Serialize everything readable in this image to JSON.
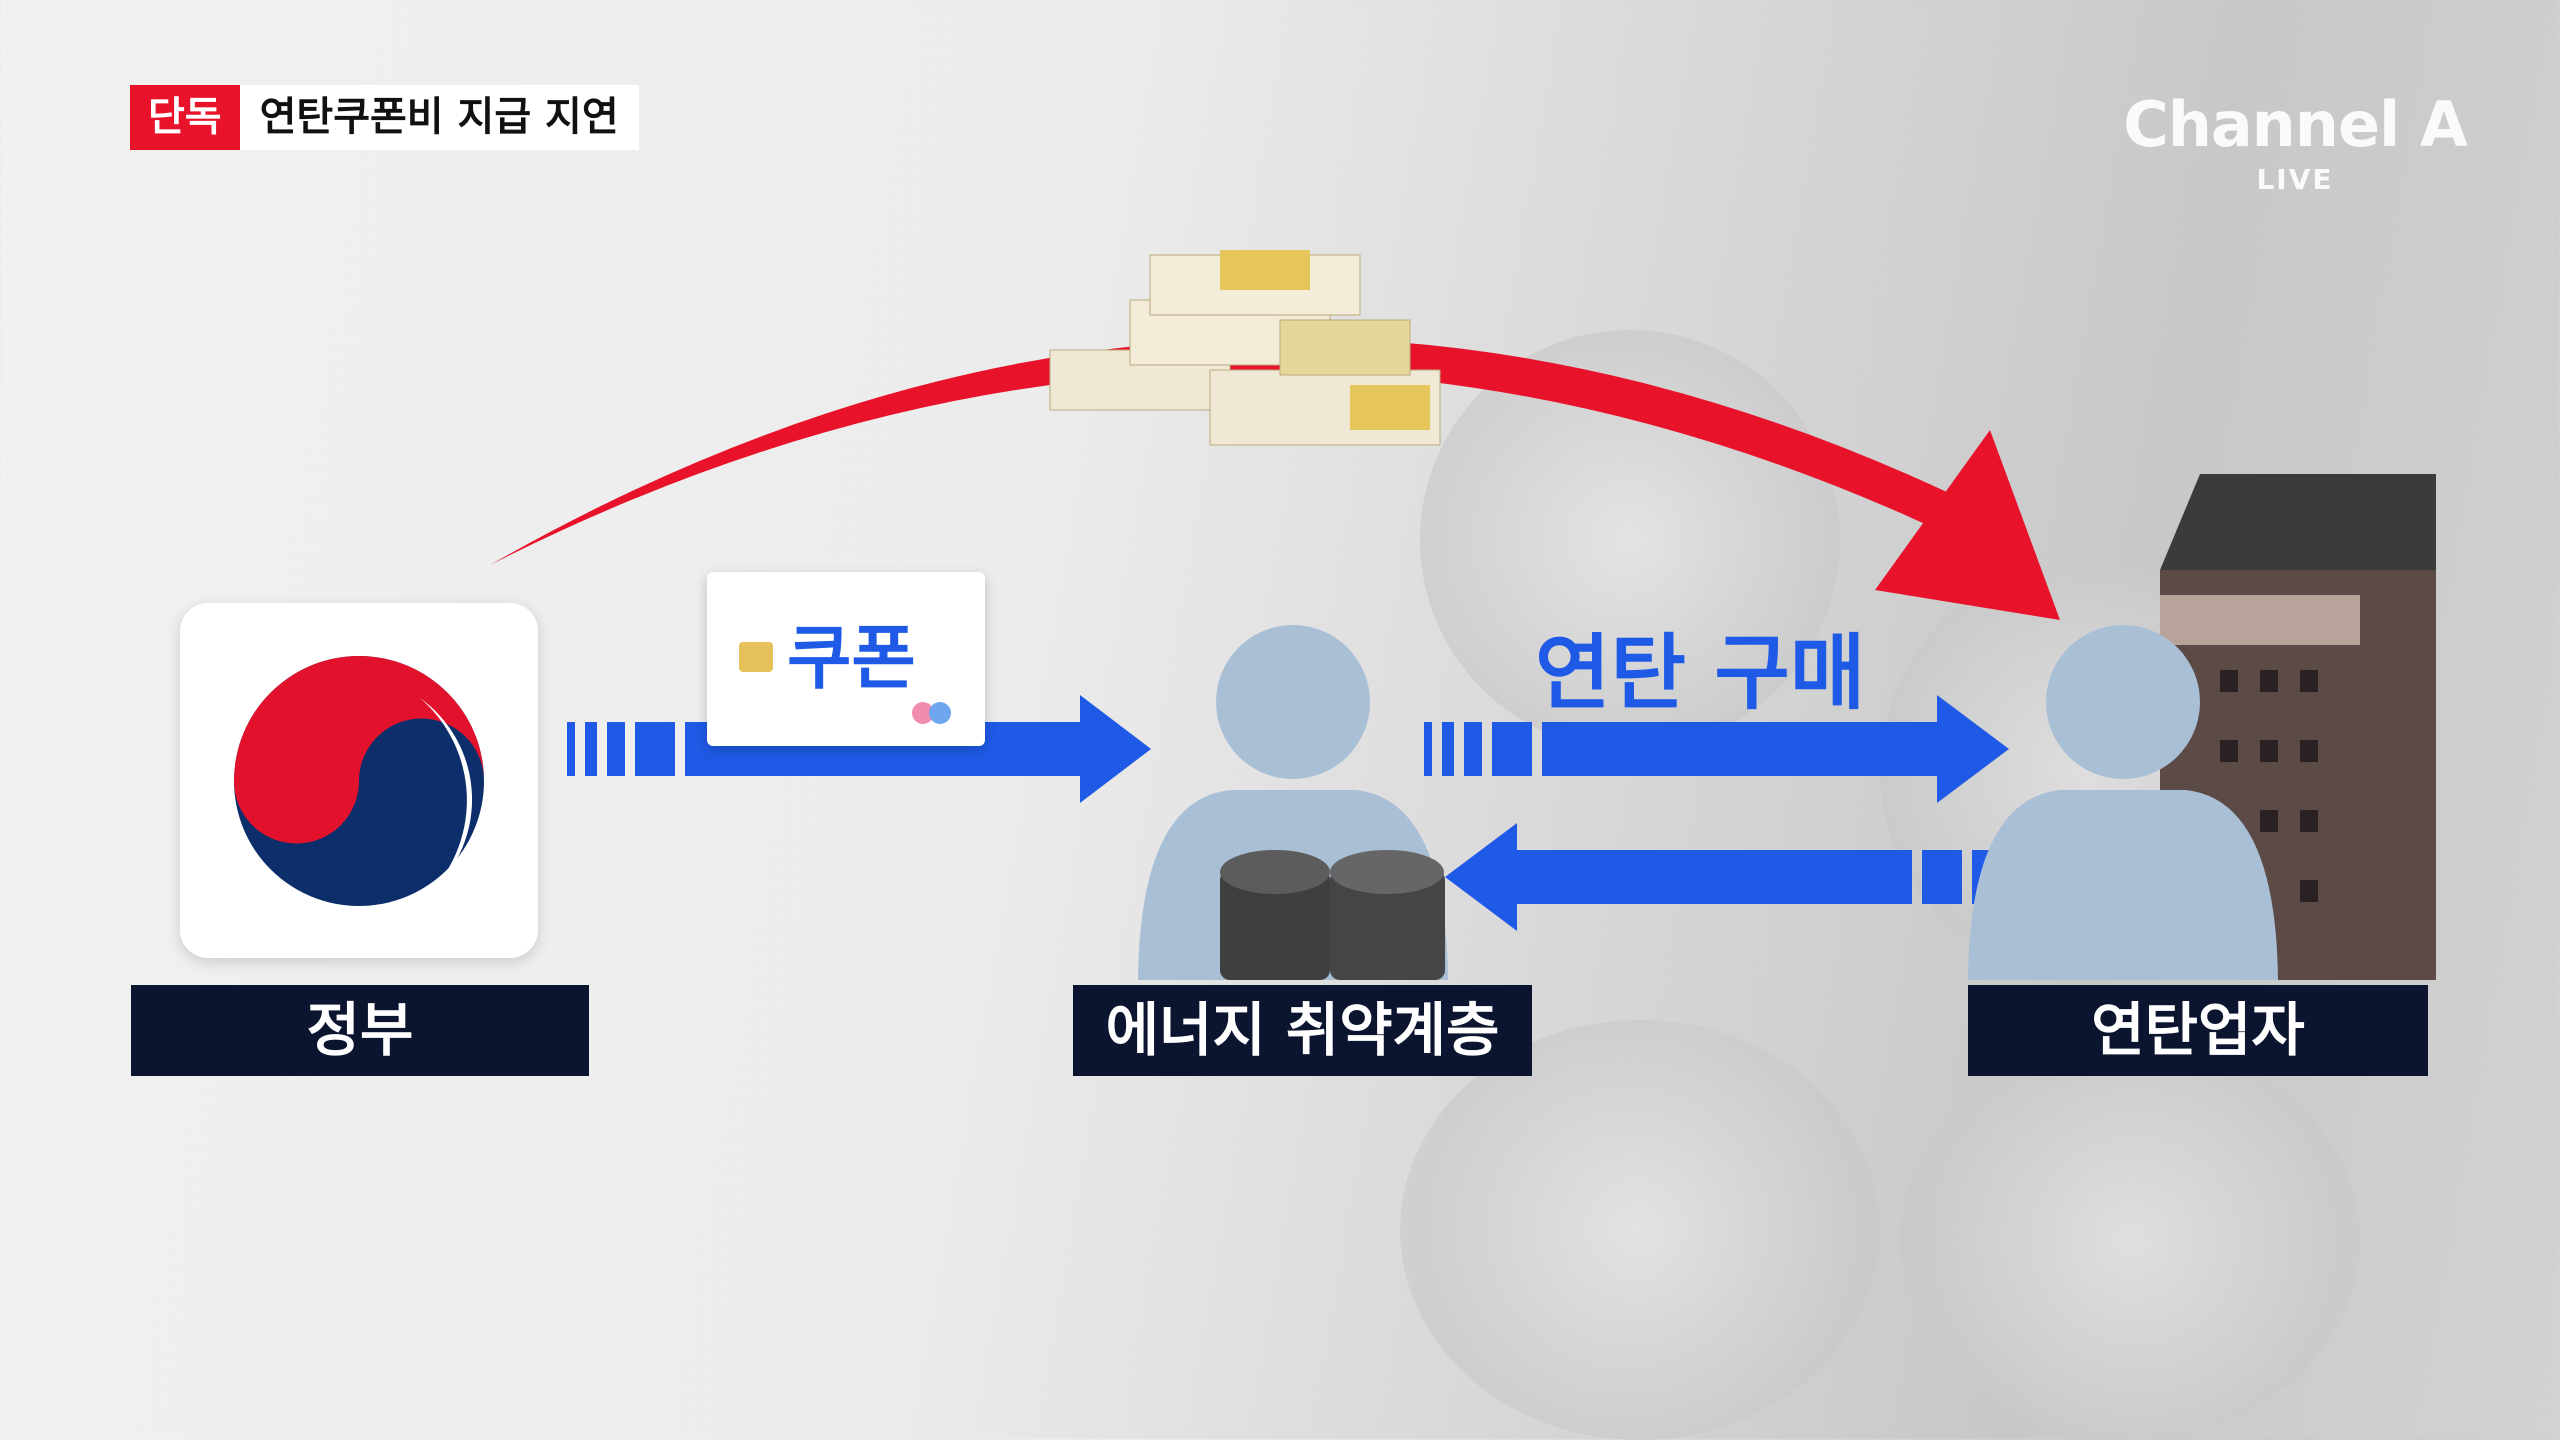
{
  "header": {
    "badge": "단독",
    "headline": "연탄쿠폰비 지급 지연"
  },
  "logo": {
    "name": "Channel A",
    "live": "LIVE"
  },
  "diagram": {
    "coupon_label": "쿠폰",
    "purchase_label": "연탄 구매",
    "nodes": [
      {
        "label": "정부"
      },
      {
        "label": "에너지 취약계층"
      },
      {
        "label": "연탄업자"
      }
    ]
  },
  "colors": {
    "arrow_blue": "#1f5ae6",
    "arrow_red": "#e8132b",
    "label_bg": "#0c1530",
    "person": "#a9bfd6"
  }
}
